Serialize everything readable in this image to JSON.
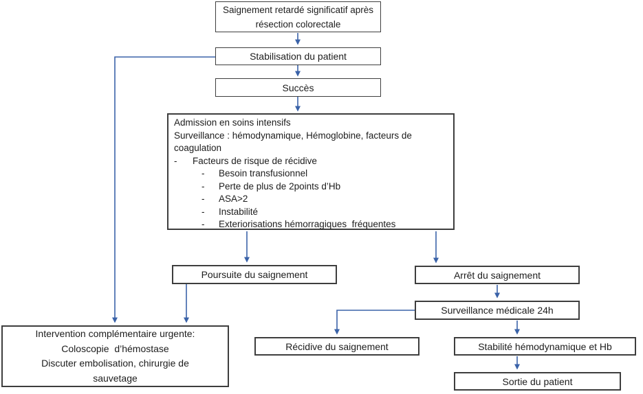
{
  "diagram": {
    "bullet": "-",
    "title_box": {
      "lines": [
        "Saignement retardé significatif après",
        "résection colorectale"
      ]
    },
    "stabilisation": "Stabilisation du patient",
    "succes": "Succès",
    "icu": {
      "lines": [
        {
          "level": 0,
          "text": "Admission en soins intensifs"
        },
        {
          "level": 0,
          "text": "Surveillance : hémodynamique, Hémoglobine, facteurs de"
        },
        {
          "level": 0,
          "text": "coagulation"
        },
        {
          "level": 1,
          "text": "Facteurs de risque de récidive"
        },
        {
          "level": 2,
          "text": "Besoin transfusionnel"
        },
        {
          "level": 2,
          "text": "Perte de plus de 2points d’Hb"
        },
        {
          "level": 2,
          "text": "ASA>2"
        },
        {
          "level": 2,
          "text": "Instabilité"
        },
        {
          "level": 2,
          "text": "Exteriorisations hémorragiques  fréquentes"
        }
      ]
    },
    "poursuite": "Poursuite du saignement",
    "arret": "Arrêt du saignement",
    "intervention": {
      "lines": [
        "Intervention complémentaire urgente:",
        "Coloscopie  d’hémostase",
        "Discuter embolisation, chirurgie de",
        "sauvetage"
      ]
    },
    "recidive": "Récidive du saignement",
    "surveillance24": "Surveillance médicale 24h",
    "stabilite": "Stabilité hémodynamique et Hb",
    "sortie": "Sortie du patient"
  },
  "colors": {
    "arrow": "#3a62a8",
    "border": "#3d3d3d",
    "bg": "#ffffff",
    "text": "#1c1c1c"
  }
}
